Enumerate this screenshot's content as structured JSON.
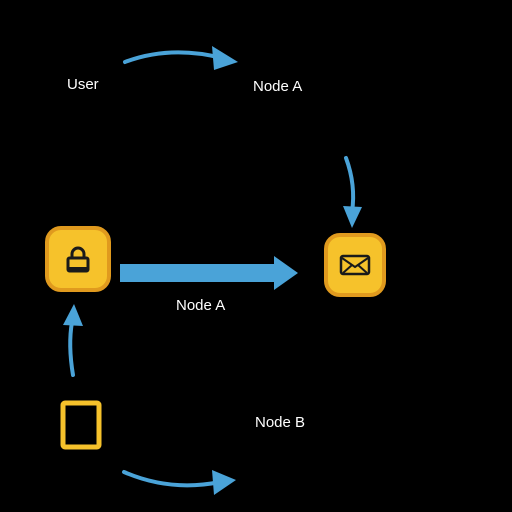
{
  "diagram": {
    "labels": {
      "user": "User",
      "node_a_top": "Node A",
      "node_a_middle": "Node A",
      "node_b": "Node B"
    },
    "icons": {
      "lock": "lock-icon",
      "mail": "mail-icon",
      "tablet": "tablet-icon"
    },
    "colors": {
      "background": "#000000",
      "arrow": "#4aa3d8",
      "tile_fill": "#f6c22b",
      "tile_border": "#e09a1e",
      "icon_stroke": "#1a1a1a",
      "text": "#ffffff"
    }
  }
}
